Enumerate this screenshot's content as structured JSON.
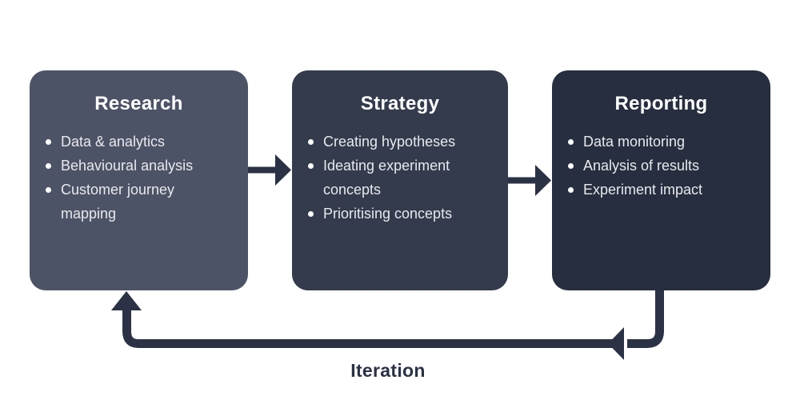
{
  "colors": {
    "canvas_bg": "#ffffff",
    "research_box_bg": "#4d5367",
    "strategy_box_bg": "#333b4d",
    "reporting_box_bg": "#262e3f",
    "title_color": "#ffffff",
    "bullet_text_color": "#e8e9ec",
    "bullet_dot_color": "#ffffff",
    "arrow_color": "#2b3245",
    "iteration_label_color": "#2b3245"
  },
  "boxes": [
    {
      "title": "Research",
      "items": [
        "Data & analytics",
        "Behavioural analysis",
        "Customer journey mapping"
      ]
    },
    {
      "title": "Strategy",
      "items": [
        "Creating hypotheses",
        "Ideating experiment concepts",
        "Prioritising concepts"
      ]
    },
    {
      "title": "Reporting",
      "items": [
        "Data monitoring",
        "Analysis of results",
        "Experiment impact"
      ]
    }
  ],
  "loop_label": "Iteration"
}
